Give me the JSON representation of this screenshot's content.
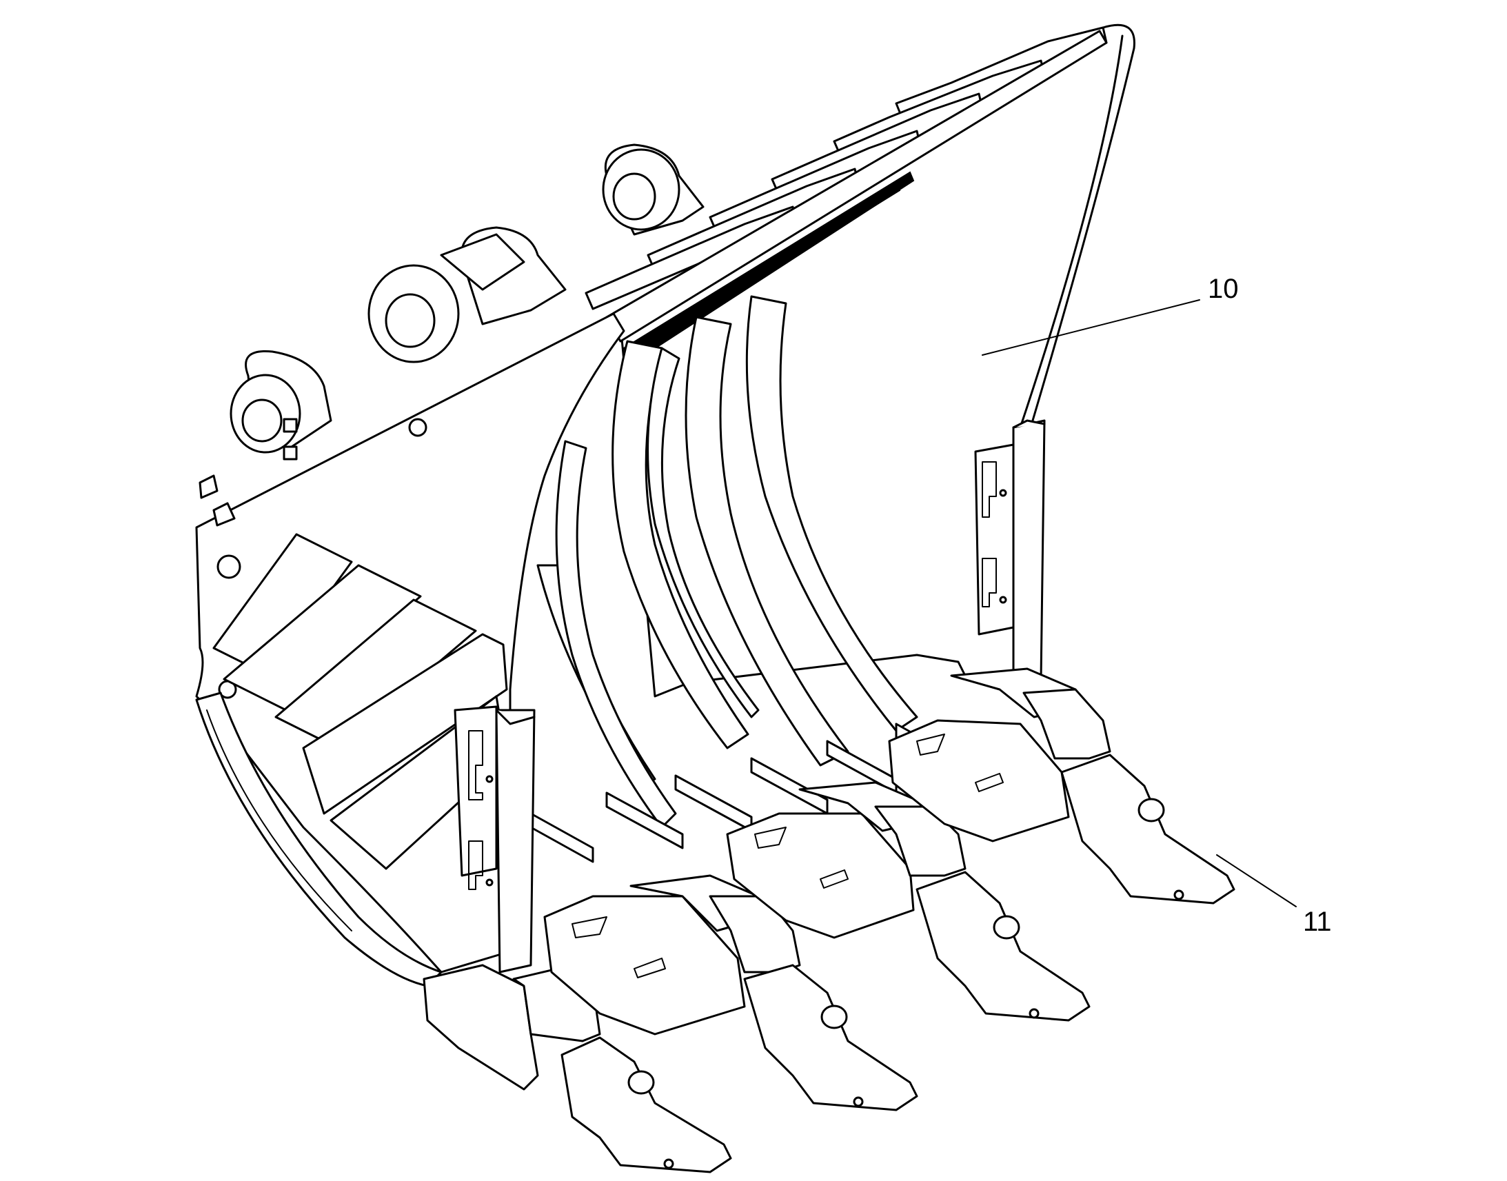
{
  "figure": {
    "callouts": [
      {
        "id": "callout-10",
        "label": "10"
      },
      {
        "id": "callout-11",
        "label": "11"
      }
    ],
    "colors": {
      "line": "#000000",
      "background": "#ffffff"
    }
  }
}
